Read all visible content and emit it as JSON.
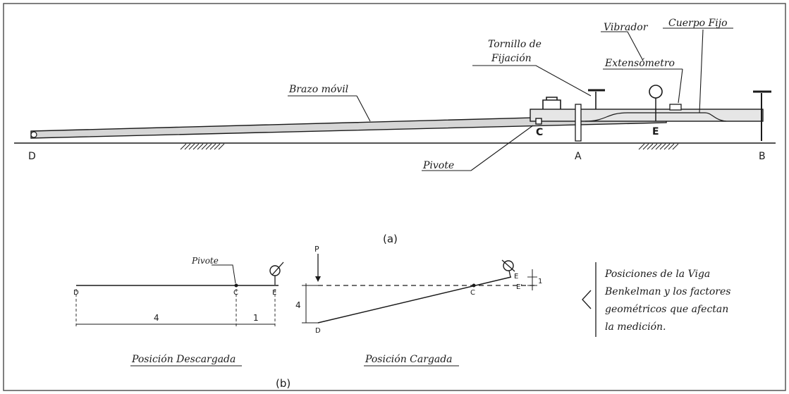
{
  "diagram_a": {
    "labels": {
      "tornillo_line1": "Tornillo de",
      "tornillo_line2": "Fijación",
      "vibrador": "Vibrador",
      "cuerpo_fijo": "Cuerpo Fijo",
      "extensometro": "Extensómetro",
      "brazo_movil": "Brazo móvil",
      "pivote": "Pivote",
      "point_d": "D",
      "point_c": "C",
      "point_a": "A",
      "point_e": "E",
      "point_b": "B"
    },
    "caption": "(a)"
  },
  "diagram_b": {
    "caption": "(b)",
    "descargada": {
      "title": "Posición Descargada",
      "pivote_label": "Pivote",
      "point_d": "D",
      "point_c": "C",
      "point_e": "E",
      "dim_dc": "4",
      "dim_ce": "1"
    },
    "cargada": {
      "title": "Posición Cargada",
      "load_label": "P",
      "point_d": "D",
      "point_c": "C",
      "point_e": "E",
      "point_e_prime": "E'",
      "dim_vertical_d": "4",
      "dim_vertical_e": "1"
    },
    "note_lines": [
      "Posiciones de la Viga",
      "Benkelman y los factores",
      "geométricos que afectan",
      "la medición."
    ]
  },
  "colors": {
    "ink": "#1a1a1a",
    "beam_fill": "#d6d6d6",
    "body_fill": "#e6e6e6",
    "frame": "#555555"
  }
}
